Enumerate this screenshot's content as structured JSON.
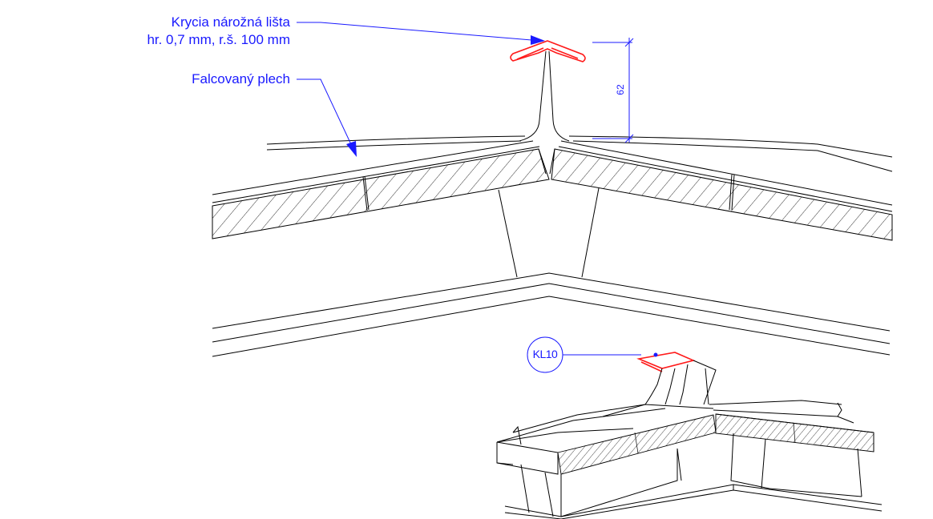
{
  "labels": {
    "cover_strip_line1": "Krycia nárožná lišta",
    "cover_strip_line2": "hr. 0,7 mm, r.š. 100 mm",
    "seamed_sheet": "Falcovaný plech",
    "dimension_62": "62",
    "detail_tag": "KL10"
  },
  "colors": {
    "annotation": "#1a1aff",
    "highlight": "#ff1a1a",
    "linework": "#000000"
  }
}
